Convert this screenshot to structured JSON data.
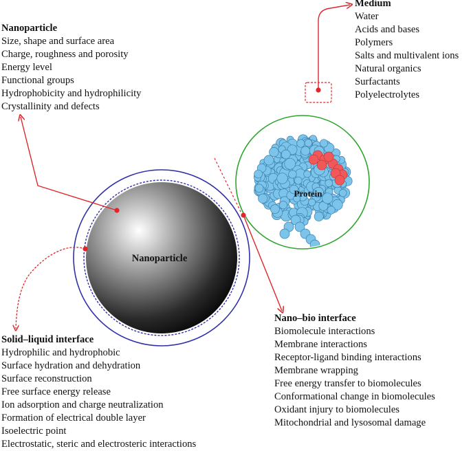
{
  "nanoparticle_properties": {
    "heading": "Nanoparticle",
    "items": [
      "Size, shape and surface area",
      "Charge, roughness and porosity",
      "Energy level",
      "Functional groups",
      "Hydrophobicity and hydrophilicity",
      "Crystallinity and defects"
    ]
  },
  "medium": {
    "heading": "Medium",
    "items": [
      "Water",
      "Acids and bases",
      "Polymers",
      "Salts and multivalent ions",
      "Natural organics",
      "Surfactants",
      "Polyelectrolytes"
    ]
  },
  "solid_liquid_interface": {
    "heading": "Solid–liquid interface",
    "items": [
      "Hydrophilic and hydrophobic",
      "Surface hydration and dehydration",
      "Surface reconstruction",
      "Free surface energy release",
      "Ion adsorption and charge neutralization",
      "Formation of electrical double layer",
      "Isoelectric point",
      "Electrostatic, steric and electrosteric interactions"
    ]
  },
  "nano_bio_interface": {
    "heading": "Nano–bio interface",
    "items": [
      "Biomolecule interactions",
      "Membrane interactions",
      "Receptor-ligand binding interactions",
      "Membrane wrapping",
      "Free energy transfer to biomolecules",
      "Conformational change in biomolecules",
      "Oxidant injury to biomolecules",
      "Mitochondrial and lysosomal damage"
    ]
  },
  "sphere_label": "Nanoparticle",
  "protein_label": "Protein",
  "colors": {
    "arrow": "#e0262b",
    "double_layer": "#2f2fa8",
    "protein_circle": "#2ea52e",
    "protein_body": "#7cc4ea",
    "protein_site": "#f0585a"
  }
}
